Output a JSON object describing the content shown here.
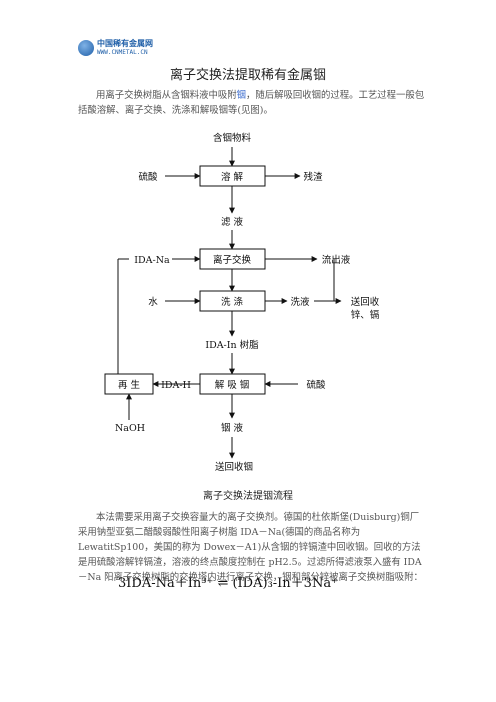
{
  "logo": {
    "line1": "中国稀有金属网",
    "line2": "WWW.CNMETAL.CN"
  },
  "title": "离子交换法提取稀有金属铟",
  "intro": {
    "before": "用离子交换树脂从含铟料液中吸附",
    "highlight": "铟",
    "after": "，随后解吸回收铟的过程。工艺过程一般包括酸溶解、离子交换、洗涤和解吸铟等(见图)。"
  },
  "flowchart": {
    "nodes": {
      "feed": "含铟物料",
      "acid": "硫酸",
      "dissolve": "溶  解",
      "residue": "残渣",
      "filtrate": "滤    液",
      "ida_na": "IDA-Na",
      "ion_exchange": "离子交换",
      "effluent": "流出液",
      "water": "水",
      "wash": "洗    涤",
      "wash_liquor": "洗液",
      "recover1": "送回收",
      "recover2": "锌、镉",
      "ida_in": "IDA-In 树脂",
      "regen": "再  生",
      "ida_h": "IDA-H",
      "desorb": "解 吸 铟",
      "sulfuric": "硫酸",
      "naoh": "NaOH",
      "in_liquor": "铟    液",
      "to_recovery": "送回收铟"
    },
    "caption": "离子交换法提铟流程"
  },
  "body": "本法需要采用离子交换容量大的离子交换剂。德国的杜依斯堡(Duisburg)铜厂采用钠型亚氨二醋酸弱酸性阳离子树脂 IDA－Na(德国的商品名称为 LewatitSp100，美国的称为 Dowex－A1)从含铟的锌镉渣中回收铟。回收的方法是用硫酸溶解锌镉渣，溶液的终点酸度控制在 pH2.5。过滤所得滤液泵入盛有 IDA－Na 阳离子交换树脂的交换塔内进行离子交换，铟和部分锌被离子交换树脂吸附：",
  "equation": "3IDA-Na＋In³⁺ ⇌ (IDA)₃-In＋3Na⁺"
}
